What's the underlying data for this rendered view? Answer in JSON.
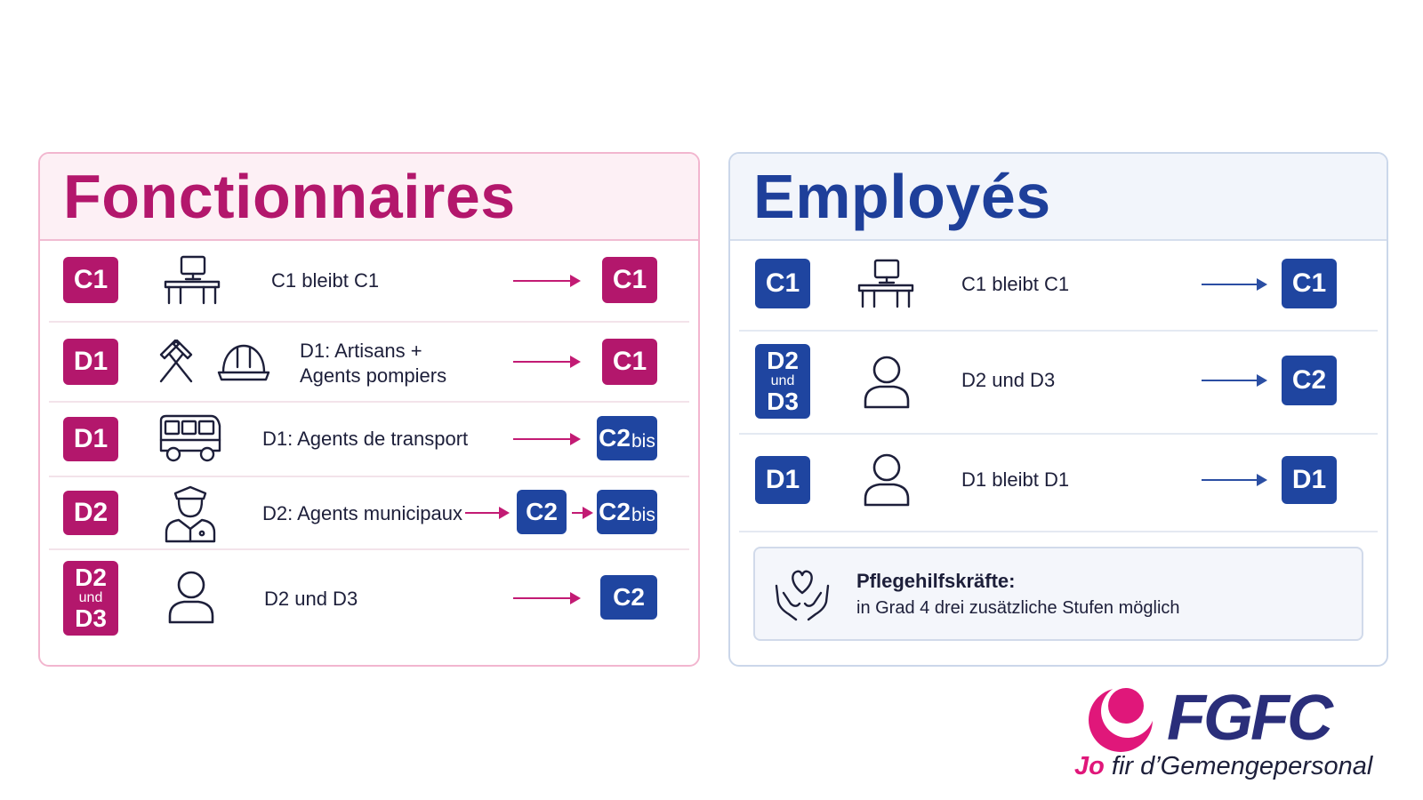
{
  "fonctionnaires": {
    "title": "Fonctionnaires",
    "rows": [
      {
        "from": "C1",
        "text": "C1 bleibt C1",
        "icon": "desk-computer-icon",
        "to": "C1"
      },
      {
        "from": "D1",
        "text_line1": "D1: Artisans +",
        "text_line2": "Agents pompiers",
        "icons": [
          "hammers-icon",
          "helmet-icon"
        ],
        "to": "C1"
      },
      {
        "from": "D1",
        "text": "D1: Agents de transport",
        "icon": "bus-icon",
        "to_main": "C2",
        "to_sub": "bis"
      },
      {
        "from": "D2",
        "text": "D2: Agents municipaux",
        "icon": "police-officer-icon",
        "to_mid": "C2",
        "to_main": "C2",
        "to_sub": "bis"
      },
      {
        "from_top": "D2",
        "from_mid": "und",
        "from_bottom": "D3",
        "text": "D2 und D3",
        "icon": "person-icon",
        "to": "C2"
      }
    ]
  },
  "employes": {
    "title": "Employés",
    "rows": [
      {
        "from": "C1",
        "text": "C1 bleibt C1",
        "icon": "desk-computer-icon",
        "to": "C1"
      },
      {
        "from_top": "D2",
        "from_mid": "und",
        "from_bottom": "D3",
        "text": "D2 und D3",
        "icon": "person-icon",
        "to": "C2"
      },
      {
        "from": "D1",
        "text": "D1 bleibt D1",
        "icon": "person-icon",
        "to": "D1"
      }
    ],
    "care": {
      "icon": "caring-hands-heart-icon",
      "title": "Pflegehilfskräfte:",
      "text": "in Grad 4 drei zusätzliche Stufen möglich"
    }
  },
  "logo": {
    "name": "FGFC",
    "tag_highlight": "Jo",
    "tag_rest": " fir d’Gemengepersonal"
  },
  "colors": {
    "magenta": "#b3176c",
    "navy": "#1f45a0",
    "logo_pink": "#e0177a",
    "logo_navy": "#2a2e7a"
  }
}
